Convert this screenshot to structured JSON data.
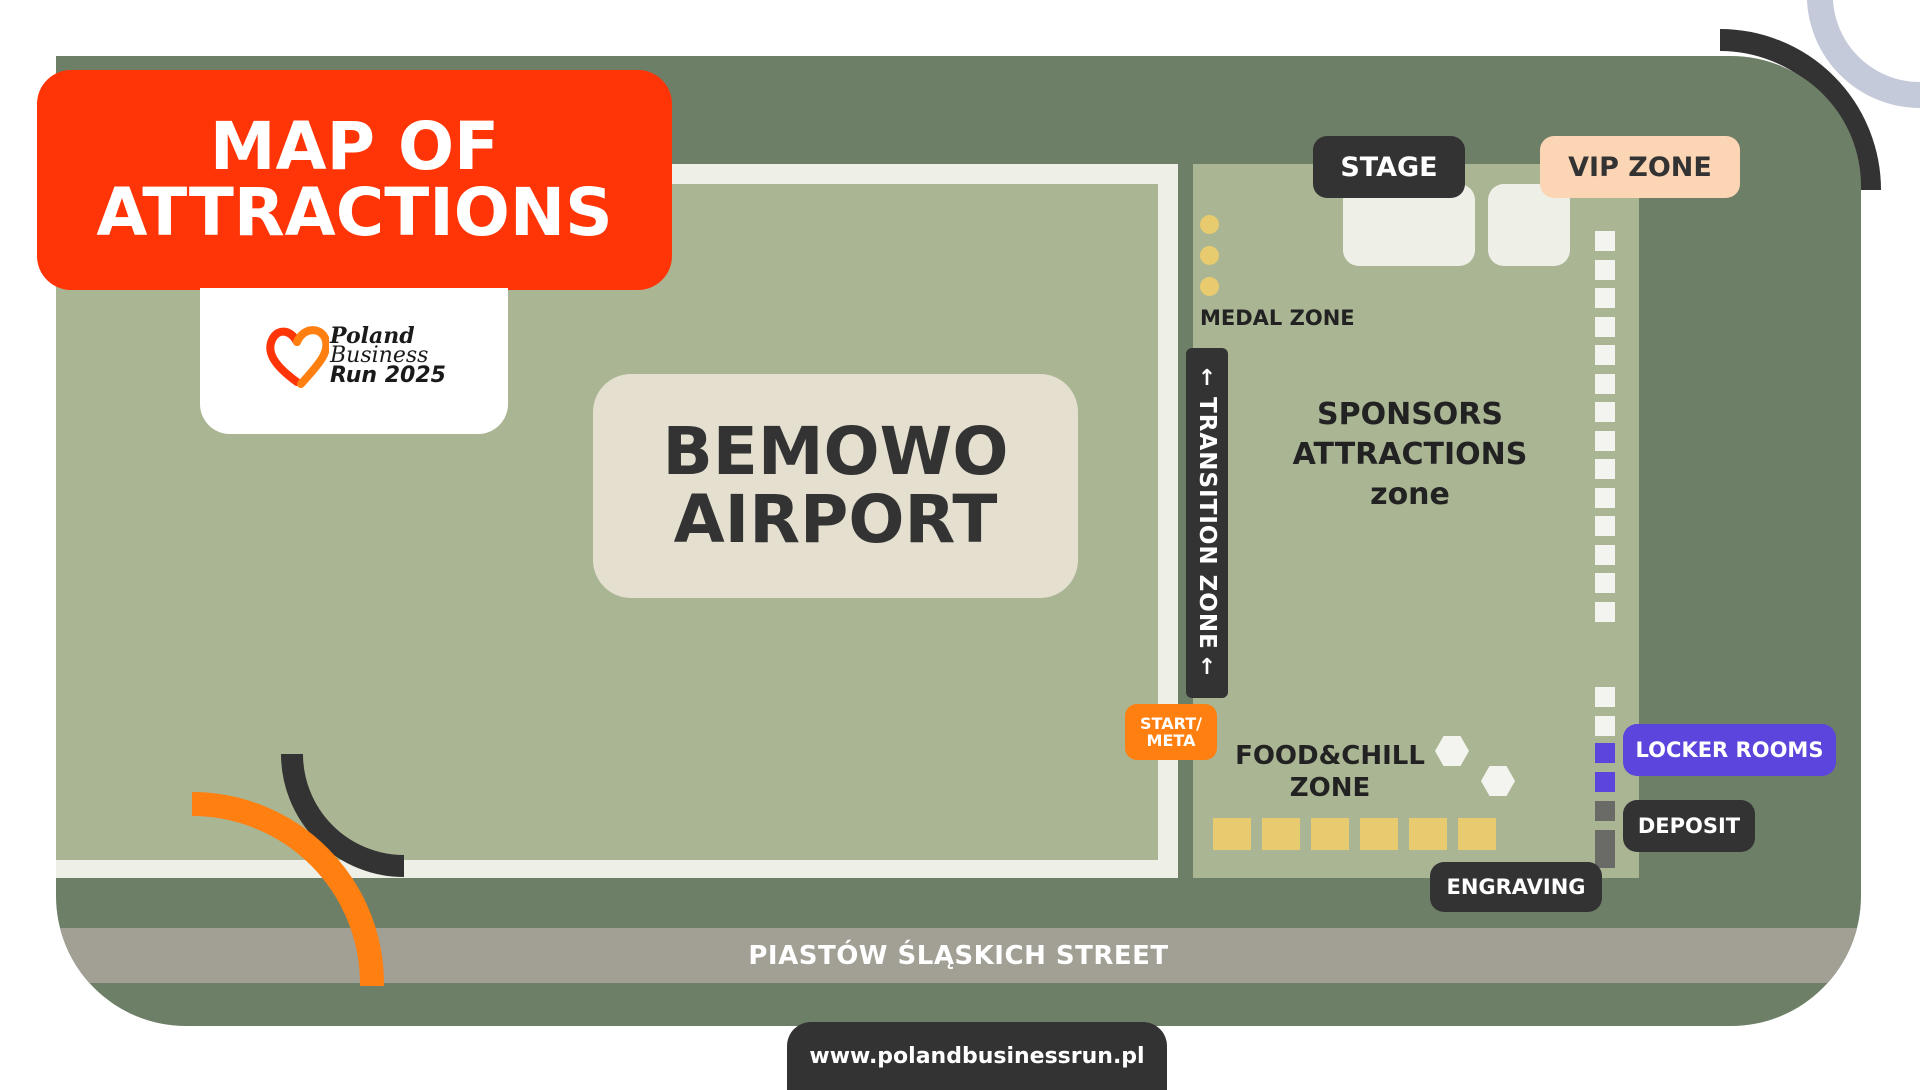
{
  "title": {
    "line1": "MAP OF",
    "line2": "ATTRACTIONS"
  },
  "logo": {
    "line1": "Poland",
    "line2": "Business",
    "line3": "Run 2025"
  },
  "airport": {
    "line1": "BEMOWO",
    "line2": "AIRPORT"
  },
  "labels": {
    "stage": "STAGE",
    "vip_zone": "VIP ZONE",
    "medal_zone": "MEDAL ZONE",
    "transition_zone": "TRANSITION ZONE",
    "sponsors_line1": "SPONSORS",
    "sponsors_line2": "ATTRACTIONS",
    "sponsors_line3": "zone",
    "start_line1": "START/",
    "start_line2": "META",
    "food_line1": "FOOD&CHILL",
    "food_line2": "ZONE",
    "locker_rooms": "LOCKER ROOMS",
    "deposit": "DEPOSIT",
    "engraving": "ENGRAVING",
    "street": "PIASTÓW ŚLĄSKICH STREET",
    "website": "www.polandbusinessrun.pl"
  },
  "icons": {
    "arrow_up": "↑",
    "logo_heart": "heart-logo-icon"
  },
  "colors": {
    "map_dark_green": "#6e7f67",
    "field_green": "#a9b593",
    "title_red": "#ff3407",
    "start_orange": "#ff7f11",
    "locker_purple": "#5b45dc",
    "vip_peach": "#fcd5b5",
    "medal_yellow": "#e8cb6f",
    "dark": "#333333"
  }
}
